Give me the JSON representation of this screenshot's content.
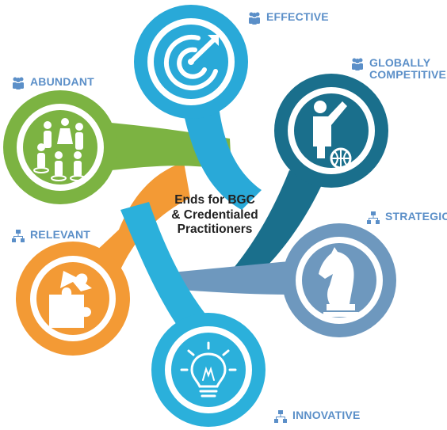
{
  "center": {
    "lines": [
      "Ends for BGC",
      "& Credentialed",
      "Practitioners"
    ]
  },
  "petals": [
    {
      "key": "effective",
      "label_lines": [
        "EFFECTIVE"
      ],
      "color": "#29a9d8",
      "icon": "target-arrow-icon",
      "label_icon": "people-icon"
    },
    {
      "key": "globally-competitive",
      "label_lines": [
        "GLOBALLY",
        "COMPETITIVE"
      ],
      "color": "#1a6f8c",
      "icon": "person-globe-icon",
      "label_icon": "people-icon"
    },
    {
      "key": "strategic",
      "label_lines": [
        "STRATEGIC"
      ],
      "color": "#6e98be",
      "icon": "chess-knight-icon",
      "label_icon": "org-chart-icon"
    },
    {
      "key": "innovative",
      "label_lines": [
        "INNOVATIVE"
      ],
      "color": "#2bb0db",
      "icon": "lightbulb-icon",
      "label_icon": "org-chart-icon"
    },
    {
      "key": "relevant",
      "label_lines": [
        "RELEVANT"
      ],
      "color": "#f39a35",
      "icon": "puzzle-icon",
      "label_icon": "org-chart-icon"
    },
    {
      "key": "abundant",
      "label_lines": [
        "ABUNDANT"
      ],
      "color": "#7cb342",
      "icon": "group-people-icon",
      "label_icon": "people-icon"
    }
  ],
  "label_color": "#5b8fc8"
}
